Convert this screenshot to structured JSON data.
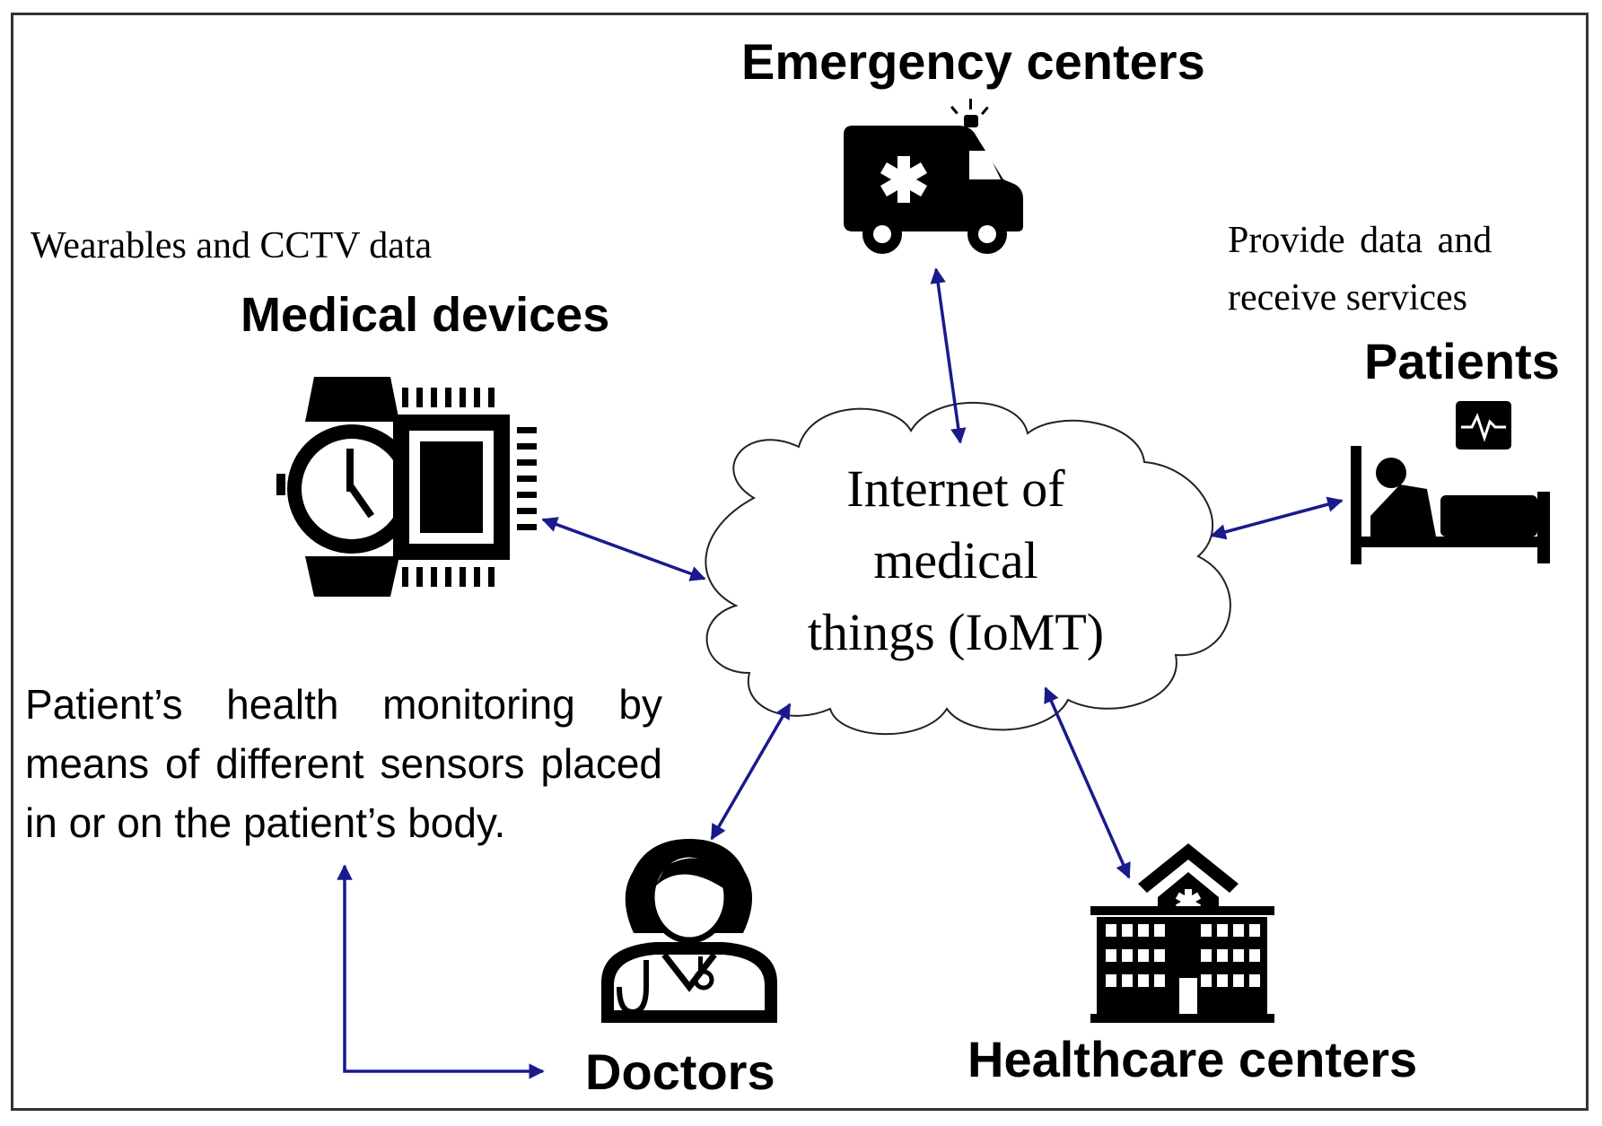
{
  "colors": {
    "arrow": "#1a1a8c",
    "icon": "#000000",
    "frame": "#333333"
  },
  "center": {
    "lines": [
      "Internet of",
      "medical",
      "things (IoMT)"
    ]
  },
  "nodes": {
    "emergency": {
      "title": "Emergency centers",
      "icon": "ambulance-icon"
    },
    "medical_devices": {
      "title": "Medical devices",
      "note": "Wearables and CCTV data",
      "icon": "smartwatch-chip-icon"
    },
    "patients": {
      "title": "Patients",
      "note_lines": [
        "Provide data  and",
        "receive services"
      ],
      "icon": "hospital-bed-patient-icon"
    },
    "doctors": {
      "title": "Doctors",
      "icon": "doctor-icon"
    },
    "healthcare": {
      "title": "Healthcare centers",
      "icon": "hospital-building-icon"
    }
  },
  "sensor_description": {
    "lines": [
      "Patient’s health monitoring by",
      "means of different sensors placed",
      "in or on the patient’s body."
    ]
  }
}
